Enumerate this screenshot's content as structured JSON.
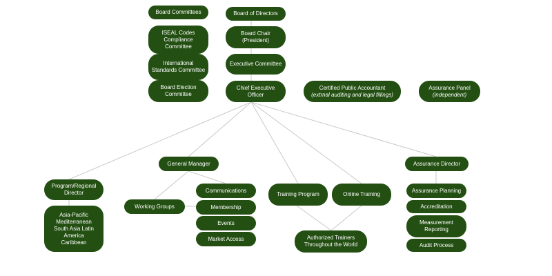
{
  "nodes": {
    "board_committees": {
      "line1": "Board Committees",
      "line2": ""
    },
    "iseal": {
      "line1": "ISEAL Codes Compliance Committee",
      "line2": ""
    },
    "intl_standards": {
      "line1": "International Standards Committee",
      "line2": ""
    },
    "board_election": {
      "line1": "Board Election Committee",
      "line2": ""
    },
    "board_directors": {
      "line1": "Board of Directors",
      "line2": ""
    },
    "board_chair": {
      "line1": "Board Chair (President)",
      "line2": ""
    },
    "exec_committee": {
      "line1": "Executive Committee",
      "line2": ""
    },
    "ceo": {
      "line1": "Chief Executive Officer",
      "line2": ""
    },
    "cpa": {
      "line1": "Certified Public Accountant",
      "line2": "(extrnal auditing and legal fillings)"
    },
    "assurance_panel": {
      "line1": "Assurance Panel",
      "line2": "(independent)"
    },
    "general_manager": {
      "line1": "General Manager",
      "line2": ""
    },
    "assurance_director": {
      "line1": "Assurance Director",
      "line2": ""
    },
    "program_director": {
      "line1": "Program/Regional Director",
      "line2": ""
    },
    "regions": {
      "line1": "Asia-Pacific Mediterranean South Asia Latin America Caribbean",
      "line2": ""
    },
    "working_groups": {
      "line1": "Working Groups",
      "line2": ""
    },
    "communications": {
      "line1": "Communications",
      "line2": ""
    },
    "membership": {
      "line1": "Membership",
      "line2": ""
    },
    "events": {
      "line1": "Events",
      "line2": ""
    },
    "market_access": {
      "line1": "Market Access",
      "line2": ""
    },
    "training_program": {
      "line1": "Training Program",
      "line2": ""
    },
    "online_training": {
      "line1": "Online Training",
      "line2": ""
    },
    "authorized_trainers": {
      "line1": "Authorized Trainers Throughout the World",
      "line2": ""
    },
    "assurance_planning": {
      "line1": "Assurance Planning",
      "line2": ""
    },
    "accreditation": {
      "line1": "Accreditation",
      "line2": ""
    },
    "measurement_reporting": {
      "line1": "Measurement Reporting",
      "line2": ""
    },
    "audit_process": {
      "line1": "Audit Process",
      "line2": ""
    }
  },
  "colors": {
    "node_fill": "#234f12",
    "node_text": "#ffffff",
    "connector": "#c8c8c8"
  }
}
